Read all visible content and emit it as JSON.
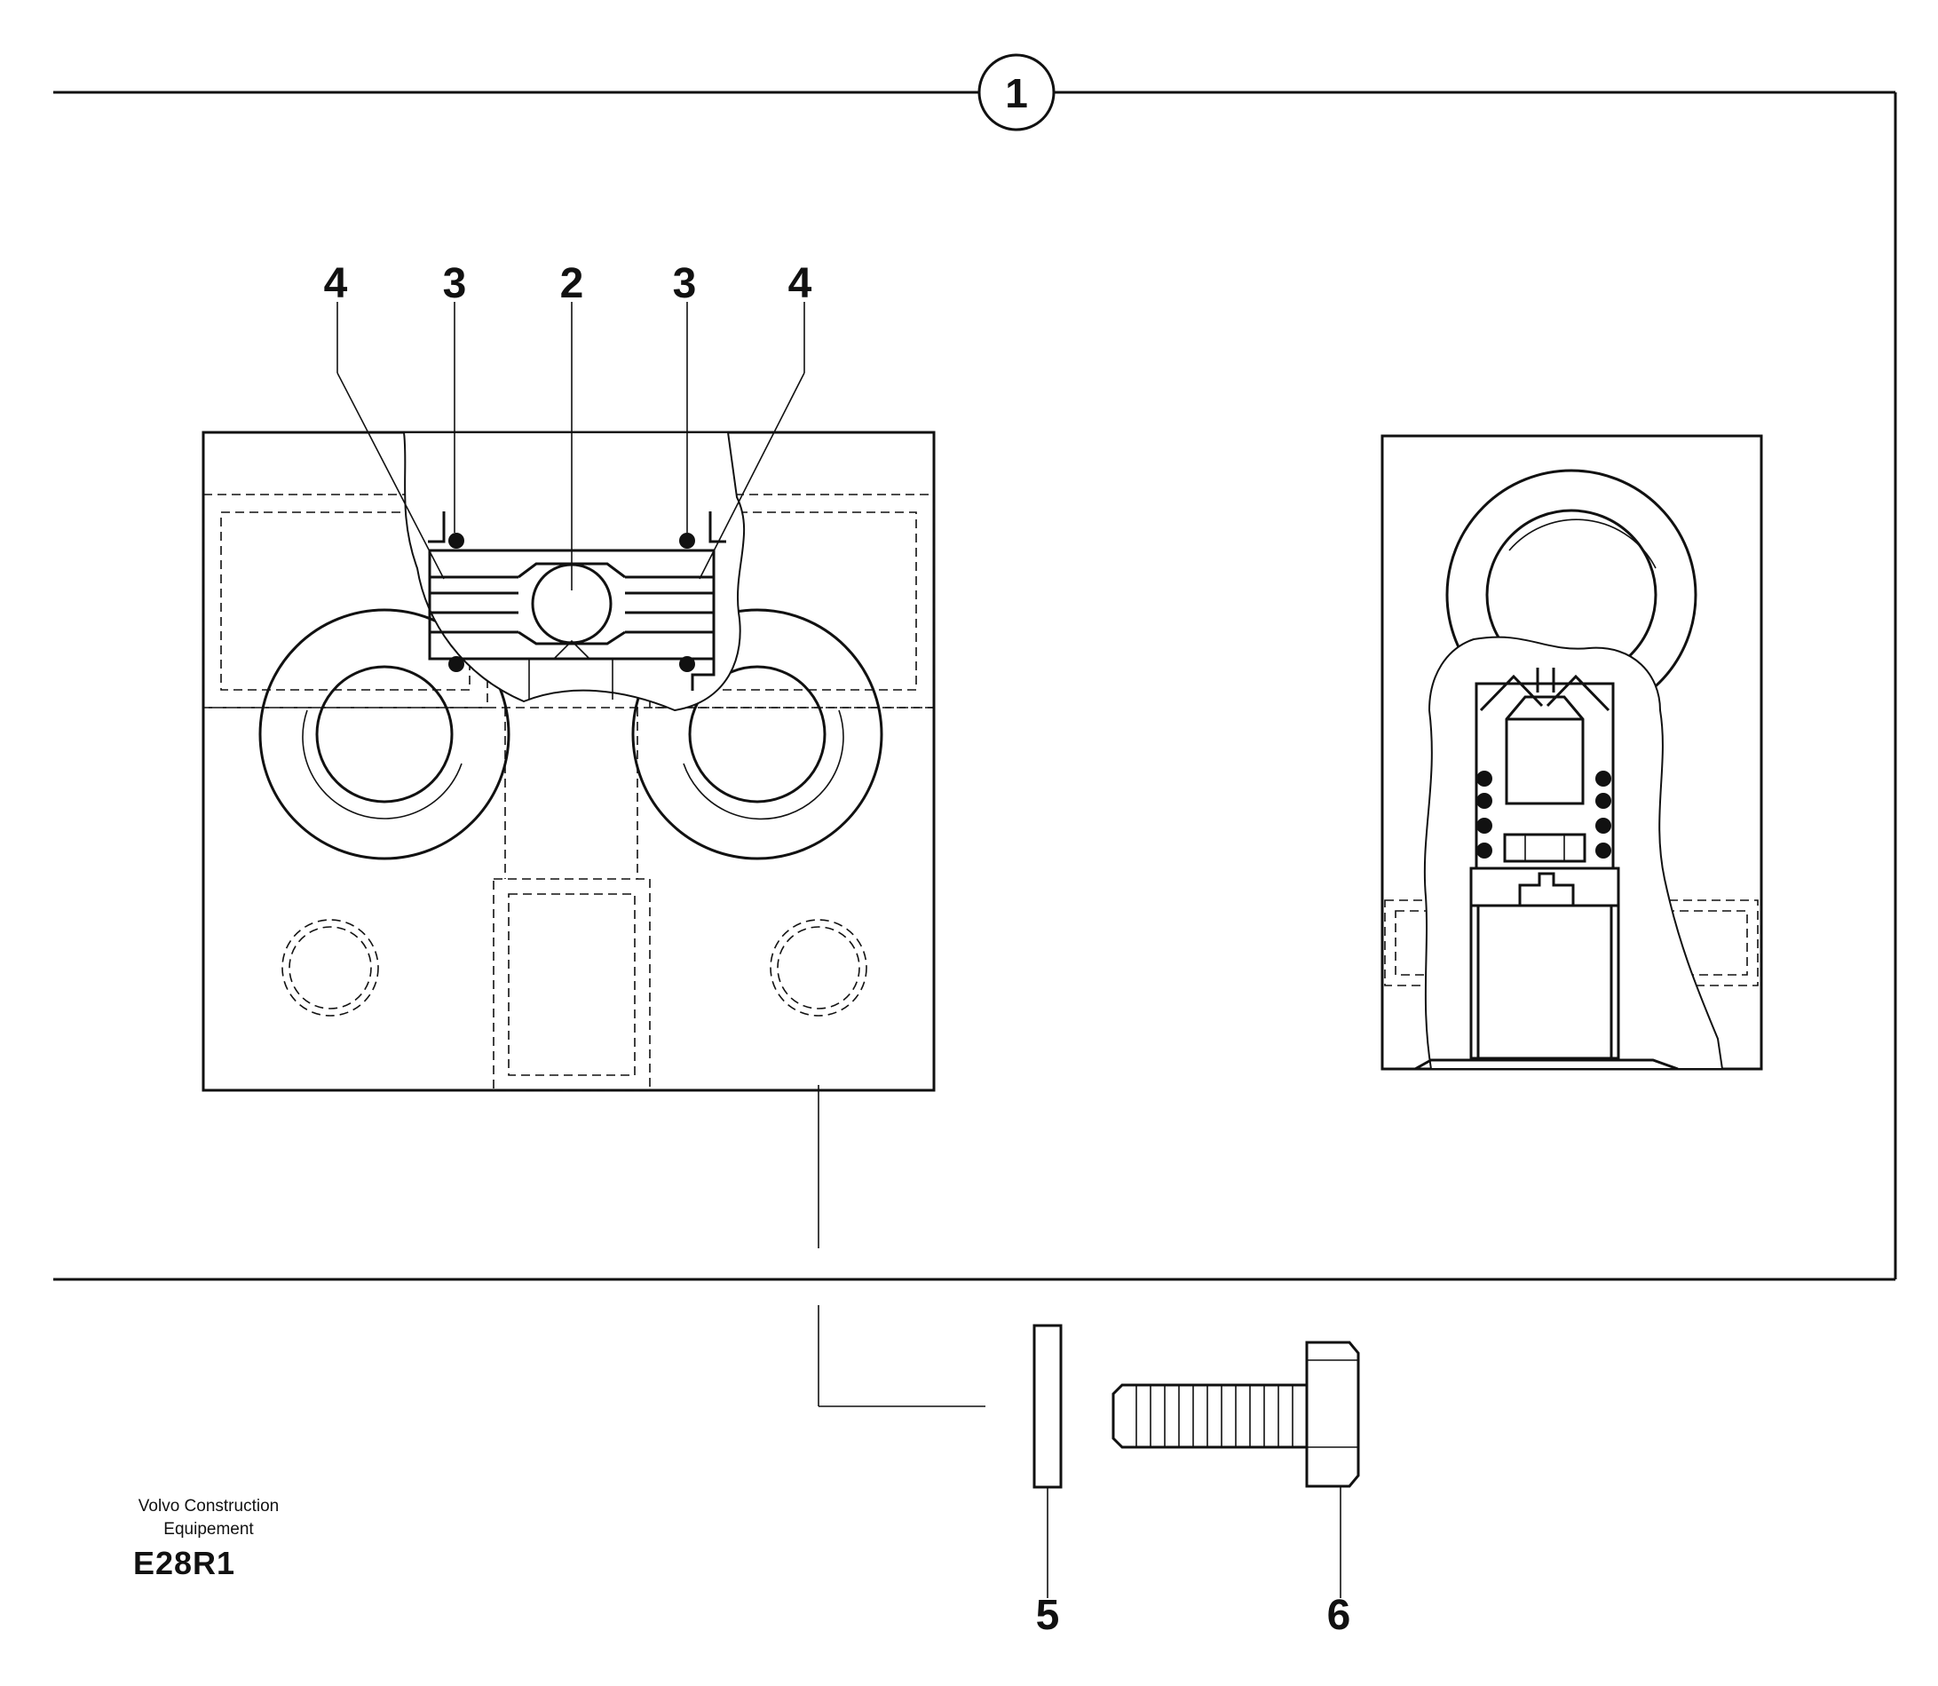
{
  "callouts": {
    "main": "1",
    "ball": "2",
    "seal_left": "3",
    "seal_right": "3",
    "seat_left": "4",
    "seat_right": "4",
    "washer": "5",
    "screw": "6"
  },
  "footer": {
    "publisher_line1": "Volvo Construction",
    "publisher_line2": "Equipement",
    "drawing_code": "E28R1"
  }
}
